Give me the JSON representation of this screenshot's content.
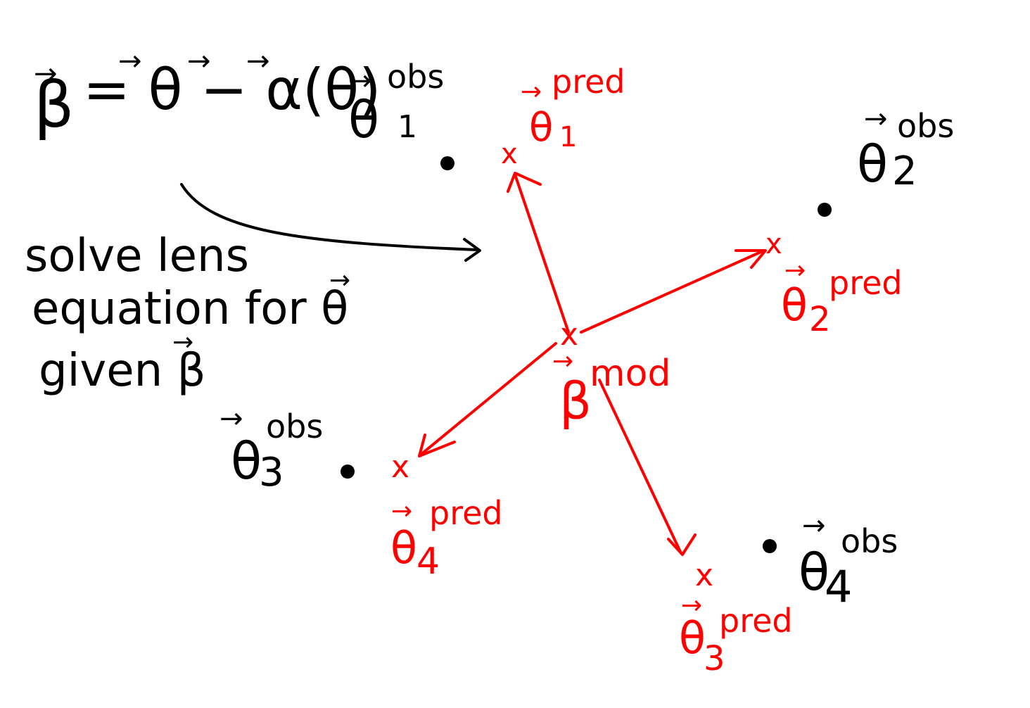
{
  "equation": {
    "beta": "β",
    "equals_theta_minus_alpha": "= θ − α(θ)",
    "arrow": "→"
  },
  "note": {
    "line1": "solve lens",
    "line2": "equation for θ",
    "line3": "given β"
  },
  "observed": [
    {
      "theta": "θ",
      "sub": "1",
      "sup": "obs"
    },
    {
      "theta": "θ",
      "sub": "2",
      "sup": "obs"
    },
    {
      "theta": "θ",
      "sub": "3",
      "sup": "obs"
    },
    {
      "theta": "θ",
      "sub": "4",
      "sup": "obs"
    }
  ],
  "predicted": [
    {
      "theta": "θ",
      "sub": "1",
      "sup": "pred"
    },
    {
      "theta": "θ",
      "sub": "2",
      "sup": "pred"
    },
    {
      "theta": "θ",
      "sub": "3",
      "sup": "pred"
    },
    {
      "theta": "θ",
      "sub": "4",
      "sup": "pred"
    }
  ],
  "source": {
    "beta": "β",
    "sup": "mod"
  },
  "marks": {
    "cross": "x"
  },
  "colors": {
    "observed": "#000000",
    "model": "#ff0000"
  }
}
